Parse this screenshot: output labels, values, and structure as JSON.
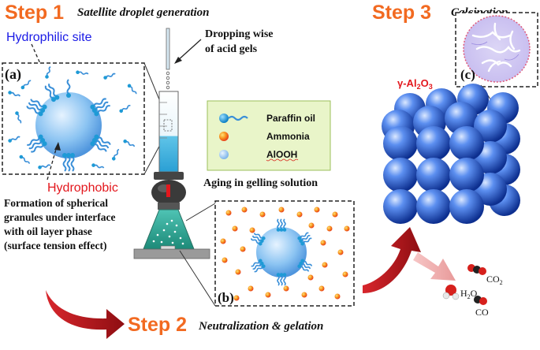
{
  "steps": {
    "step1": {
      "label": "Step 1",
      "subtitle": "Satellite droplet generation"
    },
    "step2": {
      "label": "Step 2",
      "subtitle": "Neutralization & gelation"
    },
    "step3": {
      "label": "Step 3",
      "subtitle": "Calcination"
    }
  },
  "labels": {
    "hydrophilic": "Hydrophilic site",
    "hydrophobic": "Hydrophobic",
    "dropping_line1": "Dropping wise",
    "dropping_line2": "of acid gels",
    "aging": "Aging in gelling solution",
    "formation_line1": "Formation of spherical",
    "formation_line2": "granules under interface",
    "formation_line3": "with oil layer phase",
    "formation_line4": "(surface tension effect)",
    "gamma_alumina_prefix": "γ-Al",
    "gamma_alumina_sub1": "2",
    "gamma_alumina_mid": "O",
    "gamma_alumina_sub2": "3"
  },
  "panels": {
    "a": "(a)",
    "b": "(b)",
    "c": "(c)"
  },
  "legend": {
    "items": [
      "Paraffin oil",
      "Ammonia",
      "AlOOH"
    ]
  },
  "byproducts": {
    "co2_prefix": "CO",
    "co2_sub": "2",
    "h2o_prefix": "H",
    "h2o_sub": "2",
    "h2o_suffix": "O",
    "co": "CO"
  },
  "colors": {
    "step_orange": "#f26a21",
    "hydrophilic_blue": "#1a1ae6",
    "hydrophobic_red": "#e3171d",
    "sphere_blue": "#2b5fd6",
    "legend_bg": "#e9f5c9",
    "arrow_red": "#c4161c"
  }
}
